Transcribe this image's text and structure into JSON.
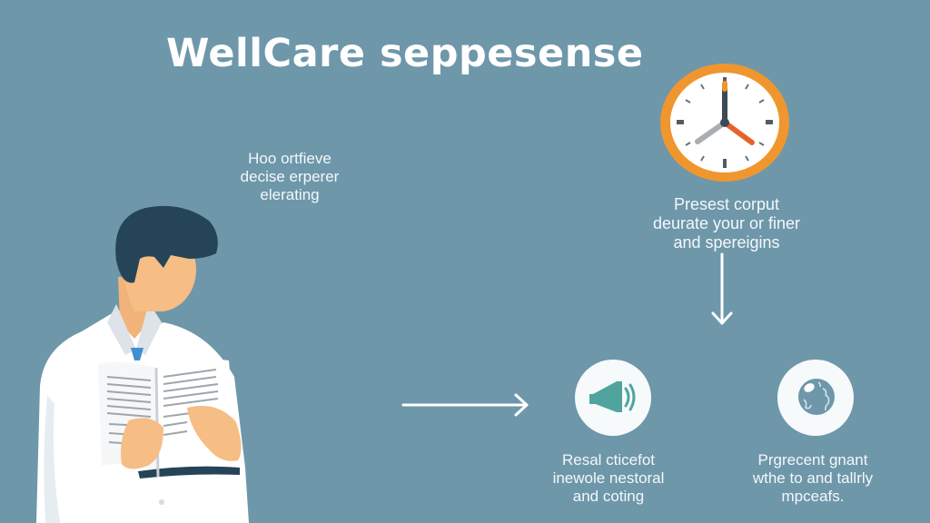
{
  "title": "WellCare seppesense",
  "colors": {
    "background": "#6e97aa",
    "clock_ring": "#f0962f",
    "clock_hand_hour": "#e5642a",
    "clock_hand_minute": "#3c4a55",
    "clock_hand_second": "#a9aeb2",
    "icon_teal": "#4fa59e",
    "skin": "#f6bd85",
    "hair": "#264457",
    "tie": "#3f8fd1"
  },
  "captions": {
    "left": {
      "lines": [
        "Hoo ortfieve",
        "decise erperer",
        "elerating"
      ]
    },
    "clock": {
      "lines": [
        "Presest corput",
        "deurate your or finer",
        "and spereigins"
      ]
    },
    "megaphone": {
      "lines": [
        "Resal cticefot",
        "inewole nestoral",
        "and coting"
      ]
    },
    "globe": {
      "lines": [
        "Prgrecent gnant",
        "wthe to and tallrly",
        "mpceafs."
      ]
    }
  },
  "icons": {
    "clock": "clock-icon",
    "megaphone": "megaphone-icon",
    "globe": "globe-icon",
    "arrow_right": "arrow-right-icon",
    "arrow_down": "arrow-down-icon",
    "person": "person-reading-illustration"
  },
  "clock_time": "4:00"
}
